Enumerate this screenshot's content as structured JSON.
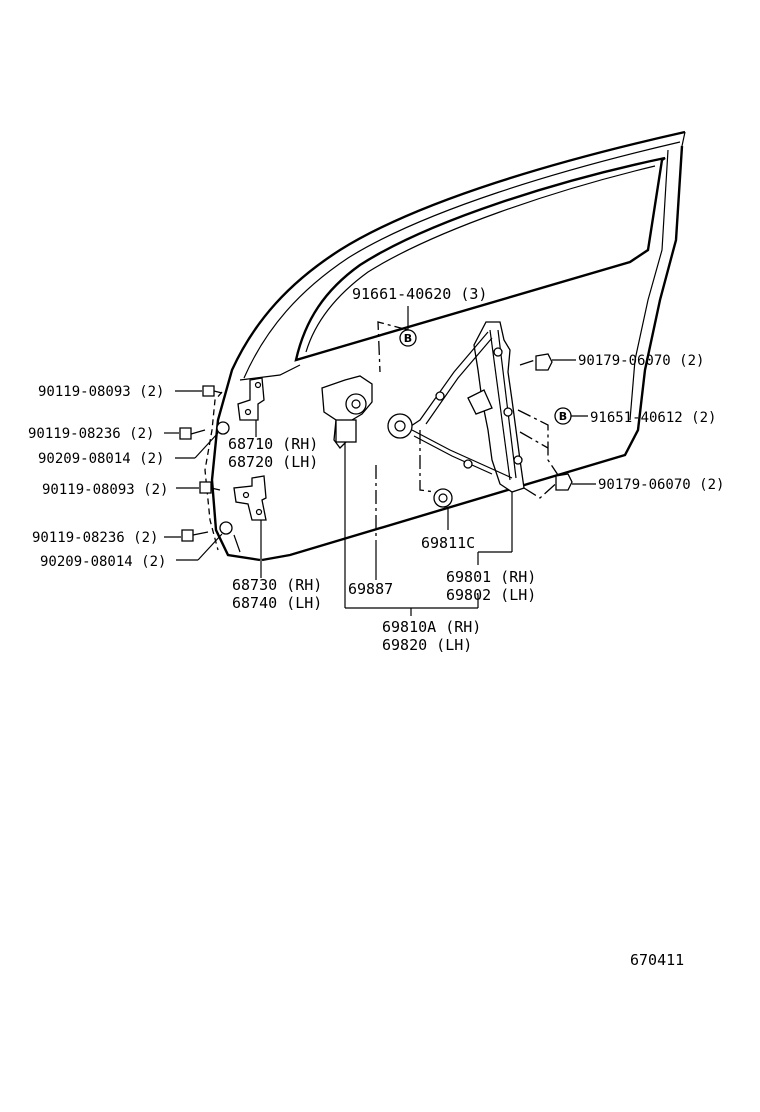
{
  "labels": {
    "bolt_91661_40620": "91661-40620 (3)",
    "bolt_90119_08093_a": "90119-08093 (2)",
    "bolt_90119_08236_a": "90119-08236 (2)",
    "washer_90209_08014_a": "90209-08014 (2)",
    "hinge_68710": "68710 (RH)",
    "hinge_68720": "68720 (LH)",
    "bolt_90119_08093_b": "90119-08093 (2)",
    "bolt_90119_08236_b": "90119-08236 (2)",
    "washer_90209_08014_b": "90209-08014 (2)",
    "hinge_68730": "68730 (RH)",
    "hinge_68740": "68740 (LH)",
    "nut_90179_06070_a": "90179-06070 (2)",
    "bolt_91651_40612": "91651-40612 (2)",
    "nut_90179_06070_b": "90179-06070 (2)",
    "part_69811C": "69811C",
    "part_69887": "69887",
    "regulator_69801": "69801 (RH)",
    "regulator_69802": "69802 (LH)",
    "assy_69810A": "69810A (RH)",
    "assy_69820": "69820  (LH)",
    "marker_b1": "B",
    "marker_b2": "B",
    "diagram_id": "670411"
  }
}
